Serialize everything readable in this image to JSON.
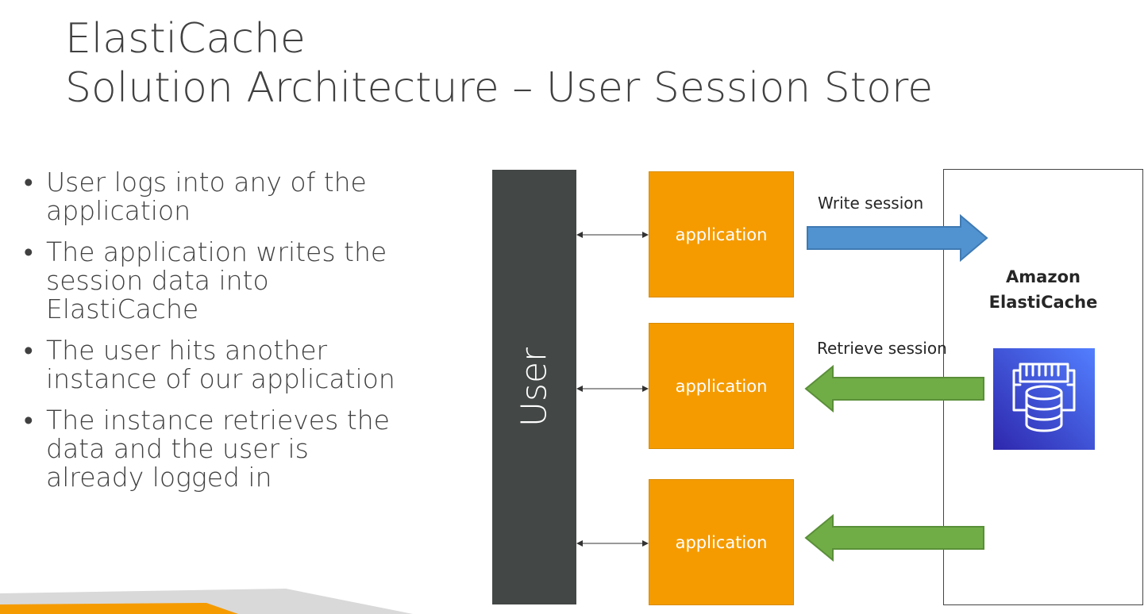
{
  "slide": {
    "title_line1": "ElastiCache",
    "title_line2": "Solution Architecture – User Session Store",
    "bullets": [
      "User logs into any of the application",
      "The application writes the session data into ElastiCache",
      "The user hits another instance of our application",
      "The instance retrieves the data and the user is already logged in"
    ]
  },
  "diagram": {
    "user_label": "User",
    "applications": [
      {
        "label": "application"
      },
      {
        "label": "application"
      },
      {
        "label": "application"
      }
    ],
    "write_label": "Write session",
    "retrieve_label": "Retrieve session",
    "service_name_line1": "Amazon",
    "service_name_line2": "ElastiCache",
    "icon": "elasticache-icon"
  },
  "colors": {
    "user_bar": "#434846",
    "application_box": "#f59b00",
    "write_arrow": "#5193d1",
    "retrieve_arrow": "#70ad47",
    "accent": "#f59b00"
  }
}
